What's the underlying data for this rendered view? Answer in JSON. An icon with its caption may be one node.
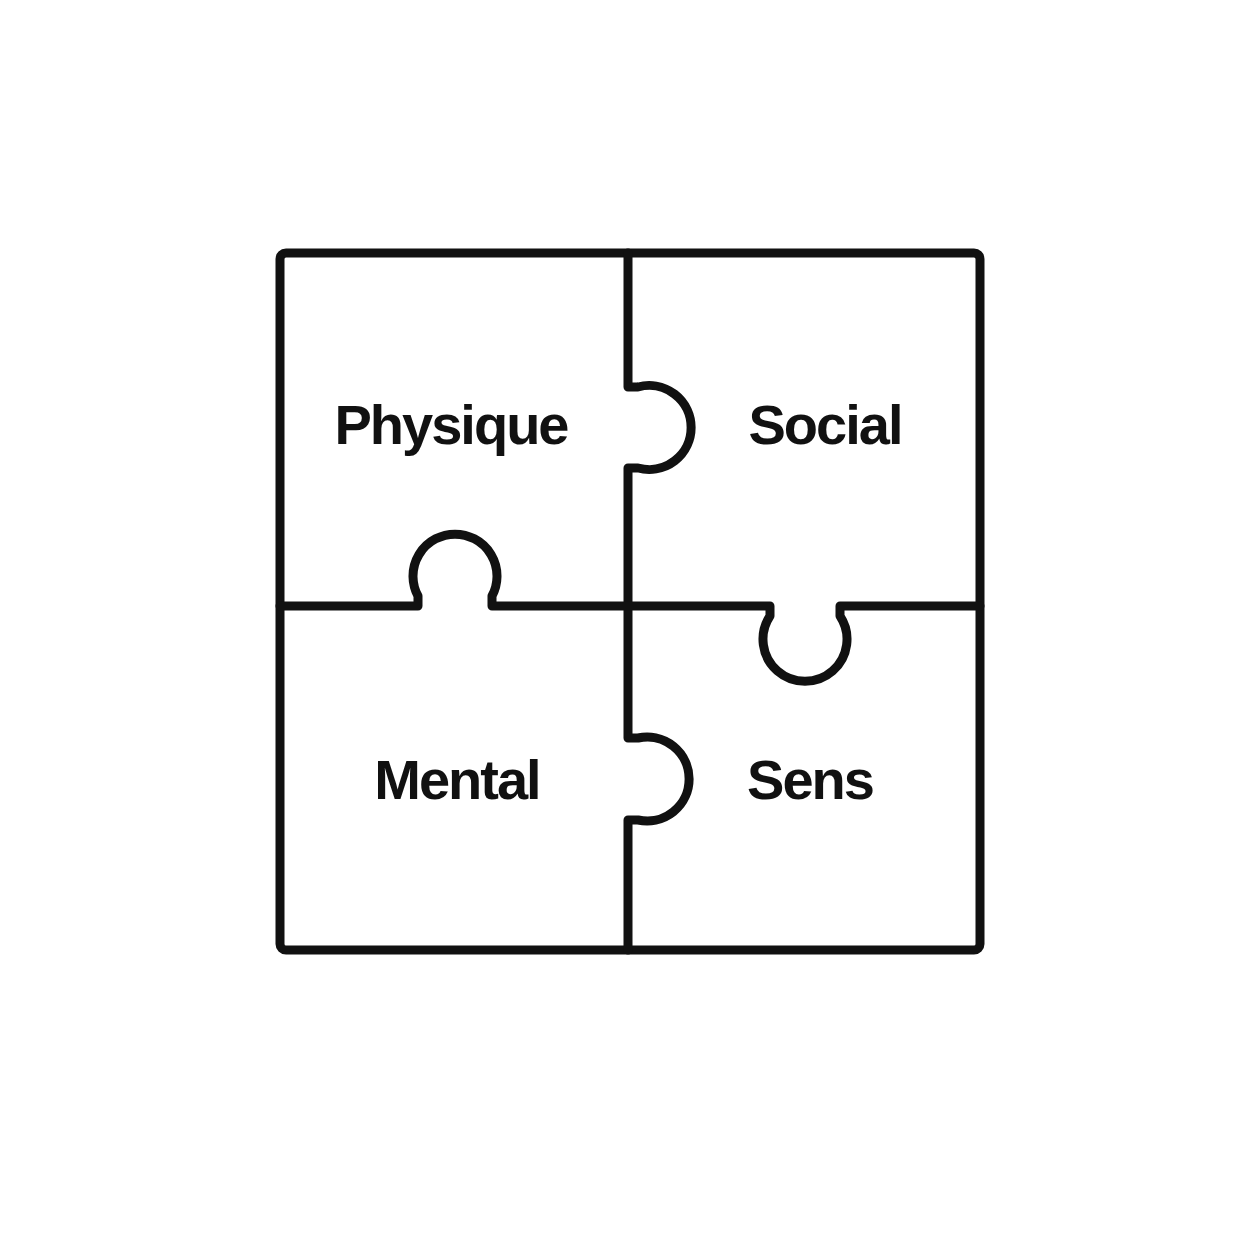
{
  "diagram": {
    "nodes": [
      {
        "text": [
          "Physique"
        ]
      },
      {
        "text": [
          "Social"
        ]
      },
      {
        "text": [
          "Mental"
        ]
      },
      {
        "text": [
          "Sens"
        ]
      }
    ]
  }
}
